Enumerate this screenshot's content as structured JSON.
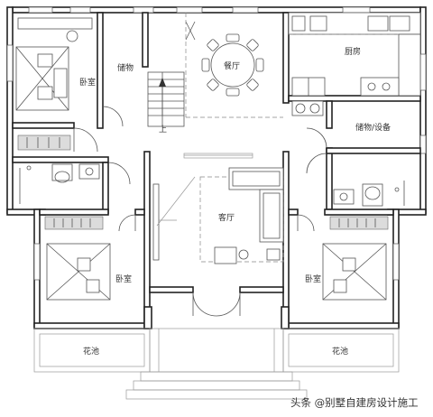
{
  "rooms": {
    "bedroom_top_left": "卧室",
    "storage_top": "储物",
    "dining": "餐厅",
    "kitchen": "厨房",
    "storage_equipment": "储物/设备",
    "living": "客厅",
    "bedroom_bottom_left": "卧室",
    "bedroom_bottom_right": "卧室",
    "flowerbed_left": "花池",
    "flowerbed_right": "花池"
  },
  "stair_label": "上",
  "watermark": "头条 @别墅自建房设计施工"
}
